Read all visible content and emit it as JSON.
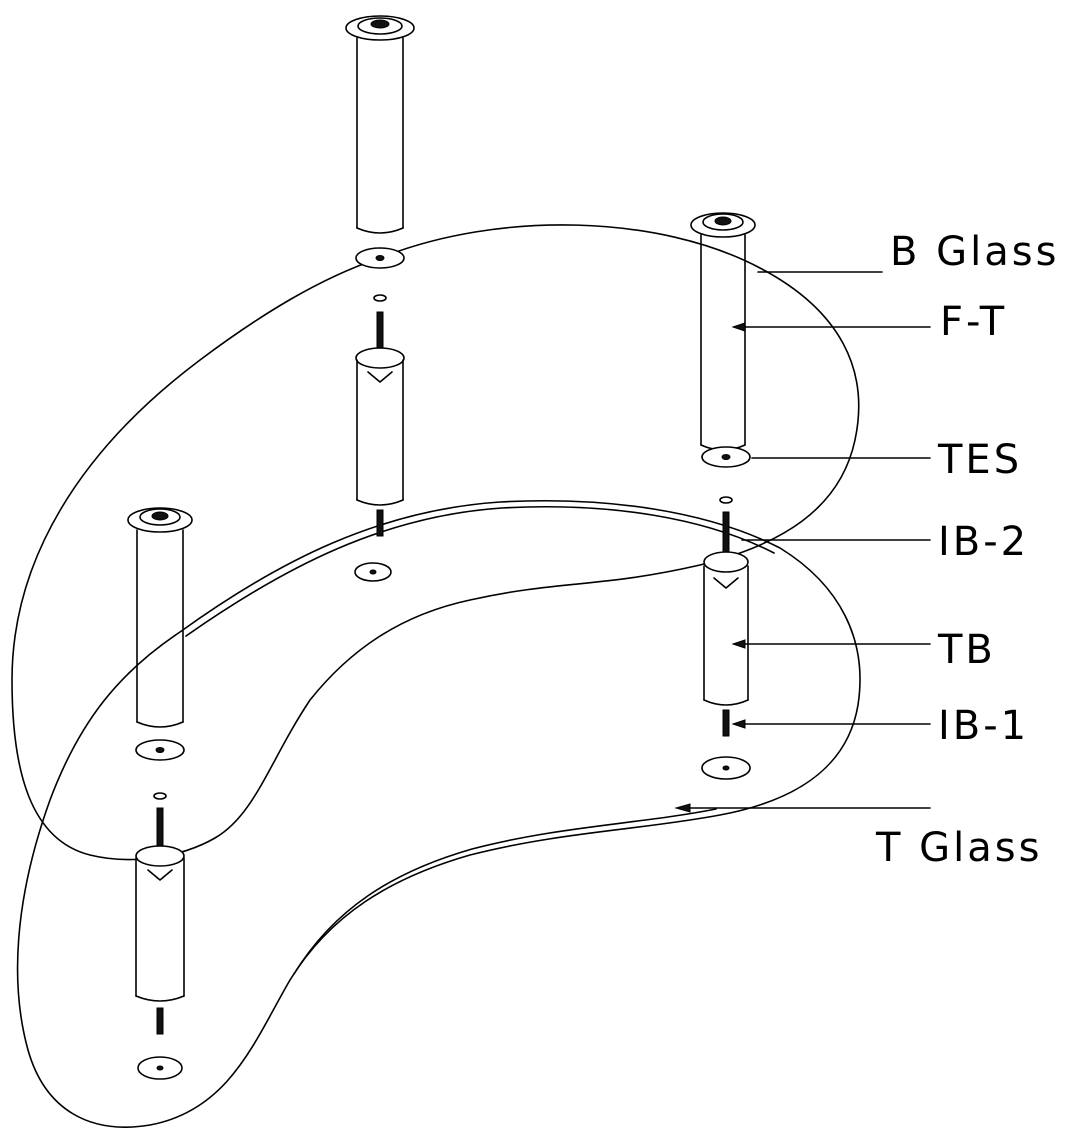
{
  "labels": {
    "b_glass": "B Glass",
    "f_t": "F-T",
    "tes": "TES",
    "ib_2": "IB-2",
    "tb": "TB",
    "ib_1": "IB-1",
    "t_glass": "T Glass"
  }
}
